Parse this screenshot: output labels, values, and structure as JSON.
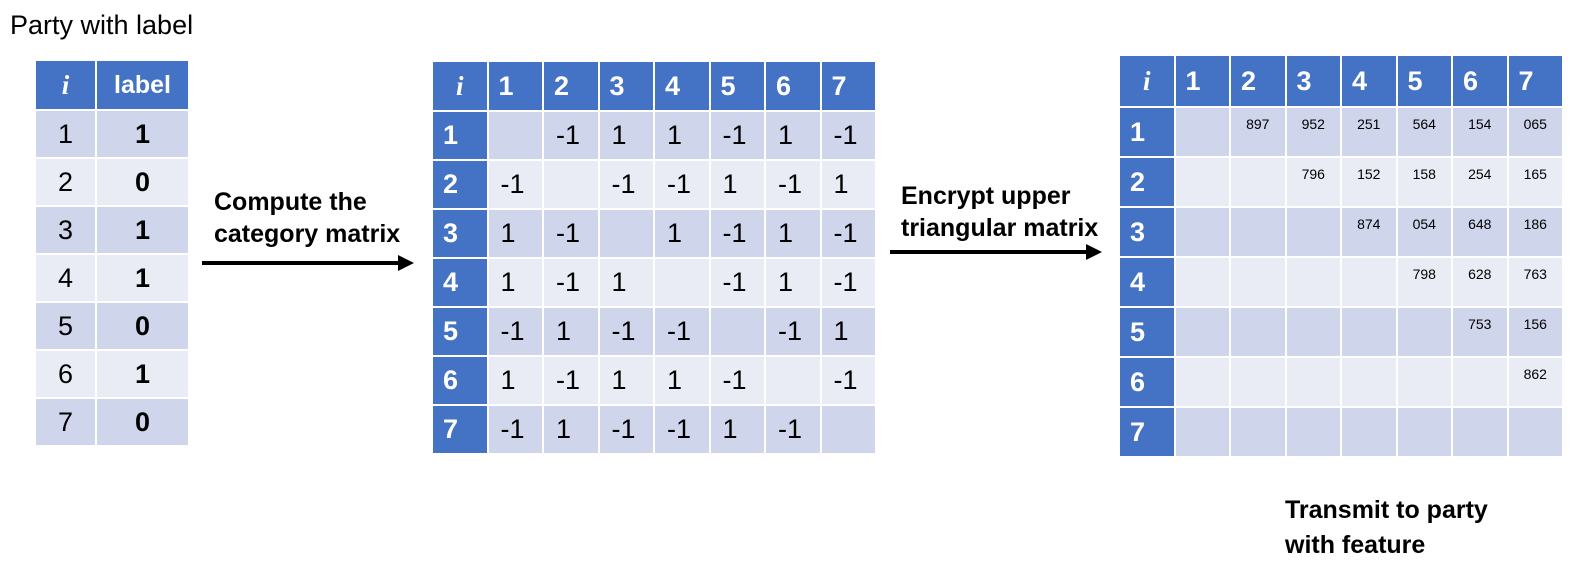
{
  "title": "Party with label",
  "label_table": {
    "headers": [
      "i",
      "label"
    ],
    "rows": [
      [
        "1",
        "1"
      ],
      [
        "2",
        "0"
      ],
      [
        "3",
        "1"
      ],
      [
        "4",
        "1"
      ],
      [
        "5",
        "0"
      ],
      [
        "6",
        "1"
      ],
      [
        "7",
        "0"
      ]
    ]
  },
  "step1": {
    "line1": "Compute the",
    "line2": "category matrix"
  },
  "category_matrix": {
    "headers": [
      "i",
      "1",
      "2",
      "3",
      "4",
      "5",
      "6",
      "7"
    ],
    "rows": [
      [
        "1",
        "",
        "-1",
        "1",
        "1",
        "-1",
        "1",
        "-1"
      ],
      [
        "2",
        "-1",
        "",
        "-1",
        "-1",
        "1",
        "-1",
        "1"
      ],
      [
        "3",
        "1",
        "-1",
        "",
        "1",
        "-1",
        "1",
        "-1"
      ],
      [
        "4",
        "1",
        "-1",
        "1",
        "",
        "-1",
        "1",
        "-1"
      ],
      [
        "5",
        "-1",
        "1",
        "-1",
        "-1",
        "",
        "-1",
        "1"
      ],
      [
        "6",
        "1",
        "-1",
        "1",
        "1",
        "-1",
        "",
        "-1"
      ],
      [
        "7",
        "-1",
        "1",
        "-1",
        "-1",
        "1",
        "-1",
        ""
      ]
    ]
  },
  "step2": {
    "line1": "Encrypt upper",
    "line2": "triangular matrix"
  },
  "encrypted_matrix": {
    "headers": [
      "i",
      "1",
      "2",
      "3",
      "4",
      "5",
      "6",
      "7"
    ],
    "rows": [
      [
        "1",
        "",
        "897",
        "952",
        "251",
        "564",
        "154",
        "065"
      ],
      [
        "2",
        "",
        "",
        "796",
        "152",
        "158",
        "254",
        "165"
      ],
      [
        "3",
        "",
        "",
        "",
        "874",
        "054",
        "648",
        "186"
      ],
      [
        "4",
        "",
        "",
        "",
        "",
        "798",
        "628",
        "763"
      ],
      [
        "5",
        "",
        "",
        "",
        "",
        "",
        "753",
        "156"
      ],
      [
        "6",
        "",
        "",
        "",
        "",
        "",
        "",
        "862"
      ],
      [
        "7",
        "",
        "",
        "",
        "",
        "",
        "",
        ""
      ]
    ]
  },
  "step3": {
    "line1": "Transmit to party",
    "line2": "with feature"
  },
  "colors": {
    "header_blue": "#4472c4",
    "row_dark": "#cfd5ea",
    "row_light": "#e9ebf5"
  }
}
